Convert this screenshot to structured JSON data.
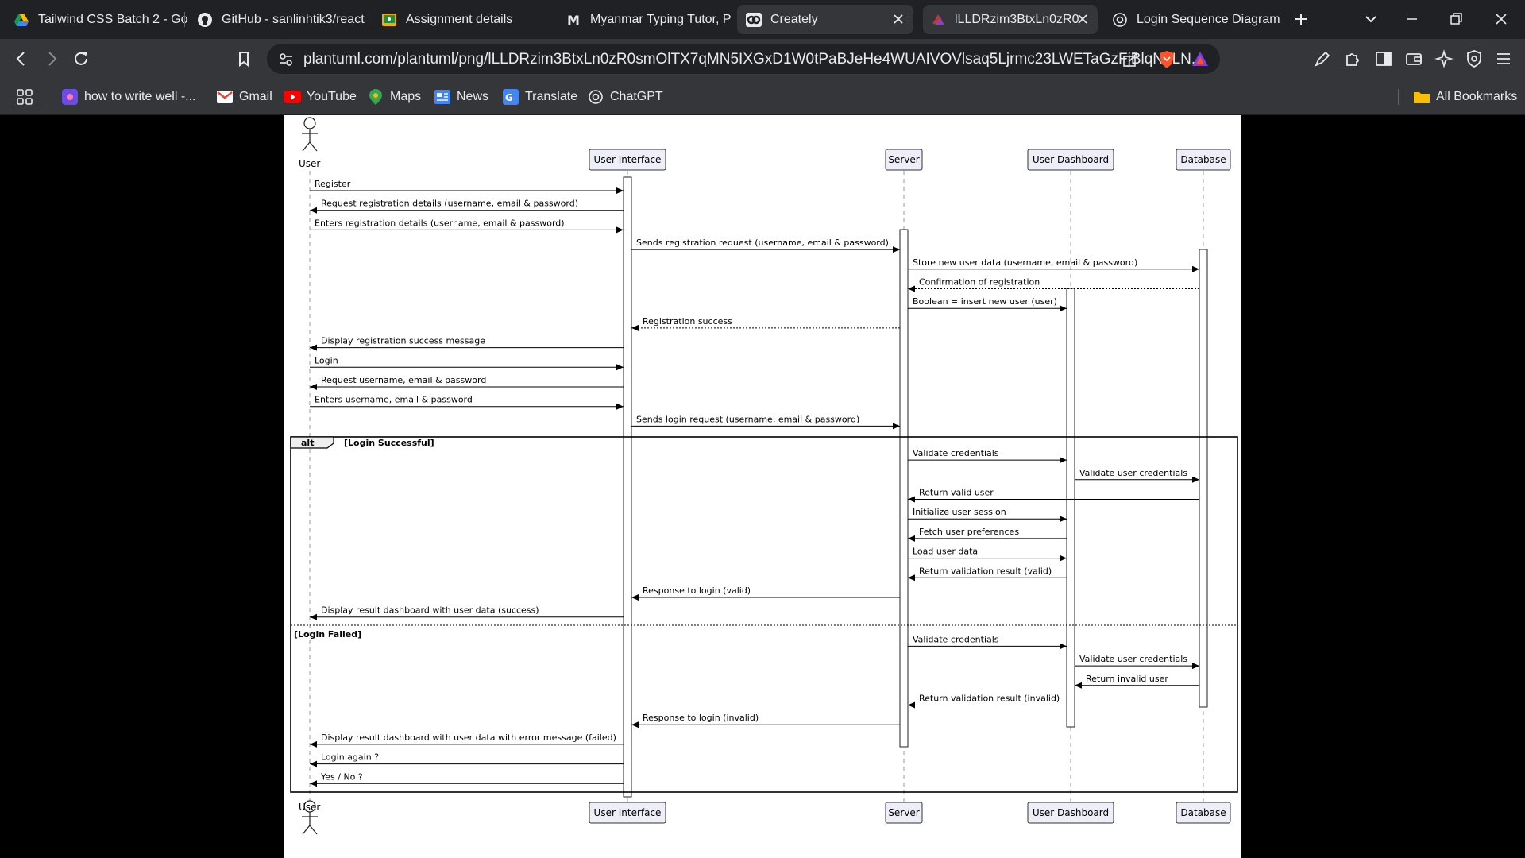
{
  "browser": {
    "tabs": [
      {
        "title": "Tailwind CSS Batch 2 - Go",
        "icon": "google-drive-icon"
      },
      {
        "title": "GitHub - sanlinhtik3/react",
        "icon": "github-icon"
      },
      {
        "title": "Assignment details",
        "icon": "google-classroom-icon"
      },
      {
        "title": "Myanmar Typing Tutor, P",
        "icon": "m-letter-icon"
      },
      {
        "title": "Creately",
        "icon": "creately-icon"
      },
      {
        "title": "lLLDRzim3BtxLn0zR0",
        "icon": "plantuml-icon"
      },
      {
        "title": "Login Sequence Diagram",
        "icon": "chatgpt-icon"
      }
    ],
    "url": "plantuml.com/plantuml/png/lLLDRzim3BtxLn0zR0smOlTX7qMN5IXGxD1W0tPaBJeHe4WUAIVOVlsaq5Ljrmc23LWETaGzFjBlqN9LN...",
    "bookmarks": [
      {
        "label": "how to write well -...",
        "icon": "bookmark-app-icon"
      },
      {
        "label": "Gmail",
        "icon": "gmail-icon"
      },
      {
        "label": "YouTube",
        "icon": "youtube-icon"
      },
      {
        "label": "Maps",
        "icon": "maps-icon"
      },
      {
        "label": "News",
        "icon": "news-icon"
      },
      {
        "label": "Translate",
        "icon": "translate-icon"
      },
      {
        "label": "ChatGPT",
        "icon": "chatgpt-icon"
      }
    ],
    "all_bookmarks_label": "All Bookmarks"
  },
  "diagram": {
    "participants": [
      "User",
      "User Interface",
      "Server",
      "User Dashboard",
      "Database"
    ],
    "messages": [
      {
        "from": "User",
        "to": "User Interface",
        "text": "Register",
        "style": "solid"
      },
      {
        "from": "User Interface",
        "to": "User",
        "text": "Request registration details (username, email & password)",
        "style": "solid"
      },
      {
        "from": "User",
        "to": "User Interface",
        "text": "Enters registration details (username, email & password)",
        "style": "solid"
      },
      {
        "from": "User Interface",
        "to": "Server",
        "text": "Sends registration request (username, email & password)",
        "style": "solid"
      },
      {
        "from": "Server",
        "to": "Database",
        "text": "Store new user data (username, email & password)",
        "style": "solid"
      },
      {
        "from": "Database",
        "to": "Server",
        "text": "Confirmation of registration",
        "style": "dashed"
      },
      {
        "from": "Server",
        "to": "User Dashboard",
        "text": "Boolean = insert new user (user)",
        "style": "solid"
      },
      {
        "from": "Server",
        "to": "User Interface",
        "text": "Registration success",
        "style": "dashed"
      },
      {
        "from": "User Interface",
        "to": "User",
        "text": "Display registration success message",
        "style": "solid"
      },
      {
        "from": "User",
        "to": "User Interface",
        "text": "Login",
        "style": "solid"
      },
      {
        "from": "User Interface",
        "to": "User",
        "text": "Request username, email & password",
        "style": "solid"
      },
      {
        "from": "User",
        "to": "User Interface",
        "text": "Enters username, email & password",
        "style": "solid"
      },
      {
        "from": "User Interface",
        "to": "Server",
        "text": "Sends login request (username, email & password)",
        "style": "solid"
      },
      {
        "from": "Server",
        "to": "User Dashboard",
        "text": "Validate credentials",
        "style": "solid"
      },
      {
        "from": "User Dashboard",
        "to": "Database",
        "text": "Validate user credentials",
        "style": "solid"
      },
      {
        "from": "Database",
        "to": "Server",
        "text": "Return valid user",
        "style": "solid"
      },
      {
        "from": "Server",
        "to": "User Dashboard",
        "text": "Initialize user session",
        "style": "solid"
      },
      {
        "from": "User Dashboard",
        "to": "Server",
        "text": "Fetch user preferences",
        "style": "solid"
      },
      {
        "from": "Server",
        "to": "User Dashboard",
        "text": "Load user data",
        "style": "solid"
      },
      {
        "from": "User Dashboard",
        "to": "Server",
        "text": "Return validation result (valid)",
        "style": "solid"
      },
      {
        "from": "Server",
        "to": "User Interface",
        "text": "Response to login (valid)",
        "style": "solid"
      },
      {
        "from": "User Interface",
        "to": "User",
        "text": "Display result dashboard with user data (success)",
        "style": "solid"
      },
      {
        "from": "Server",
        "to": "User Dashboard",
        "text": "Validate credentials",
        "style": "solid"
      },
      {
        "from": "User Dashboard",
        "to": "Database",
        "text": "Validate user credentials",
        "style": "solid"
      },
      {
        "from": "Database",
        "to": "User Dashboard",
        "text": "Return invalid user",
        "style": "solid"
      },
      {
        "from": "User Dashboard",
        "to": "Server",
        "text": "Return validation result (invalid)",
        "style": "solid"
      },
      {
        "from": "Server",
        "to": "User Interface",
        "text": "Response to login (invalid)",
        "style": "solid"
      },
      {
        "from": "User Interface",
        "to": "User",
        "text": "Display result dashboard with user data with error message (failed)",
        "style": "solid"
      },
      {
        "from": "User Interface",
        "to": "User",
        "text": "Login again ?",
        "style": "solid"
      },
      {
        "from": "User Interface",
        "to": "User",
        "text": "Yes / No ?",
        "style": "solid"
      }
    ],
    "alt_label": "alt",
    "alt_guard": "[Login Successful]",
    "else_guard": "[Login Failed]"
  }
}
